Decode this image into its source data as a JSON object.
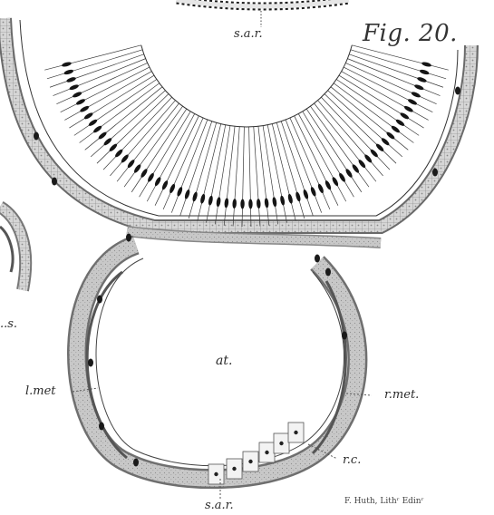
{
  "figure": {
    "title": "Fig. 20."
  },
  "labels": {
    "sar_top": "s.a.r.",
    "at": "at.",
    "l_met": "l.met",
    "r_met": "r.met.",
    "rc": "r.c.",
    "sar_bottom": "s.a.r.",
    "left_s": "..s."
  },
  "credit": "F. Huth, Lithʳ Edinʳ",
  "colors": {
    "ink": "#1a1a1a",
    "tissue": "#cfcfcf",
    "tissue_dark": "#a9a9a9",
    "nucleus": "#151515",
    "paper": "#ffffff"
  }
}
